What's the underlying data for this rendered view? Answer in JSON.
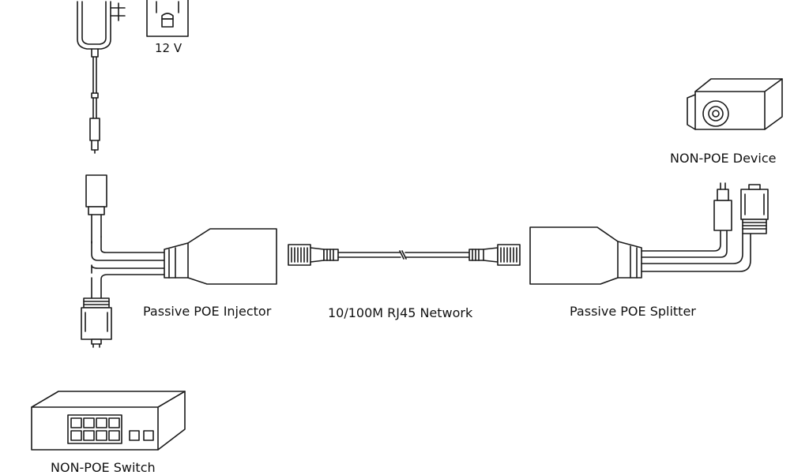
{
  "labels": {
    "voltage": "12 V",
    "injector": "Passive POE Injector",
    "network": "10/100M RJ45 Network",
    "splitter": "Passive POE Splitter",
    "device": "NON-POE Device",
    "switch": "NON-POE Switch"
  },
  "icons": [
    "power-adapter-icon",
    "wall-outlet-icon",
    "dc-plug-icon",
    "dc-jack-icon",
    "rj45-plug-icon",
    "poe-injector-icon",
    "poe-splitter-icon",
    "ip-camera-icon",
    "network-switch-icon"
  ]
}
